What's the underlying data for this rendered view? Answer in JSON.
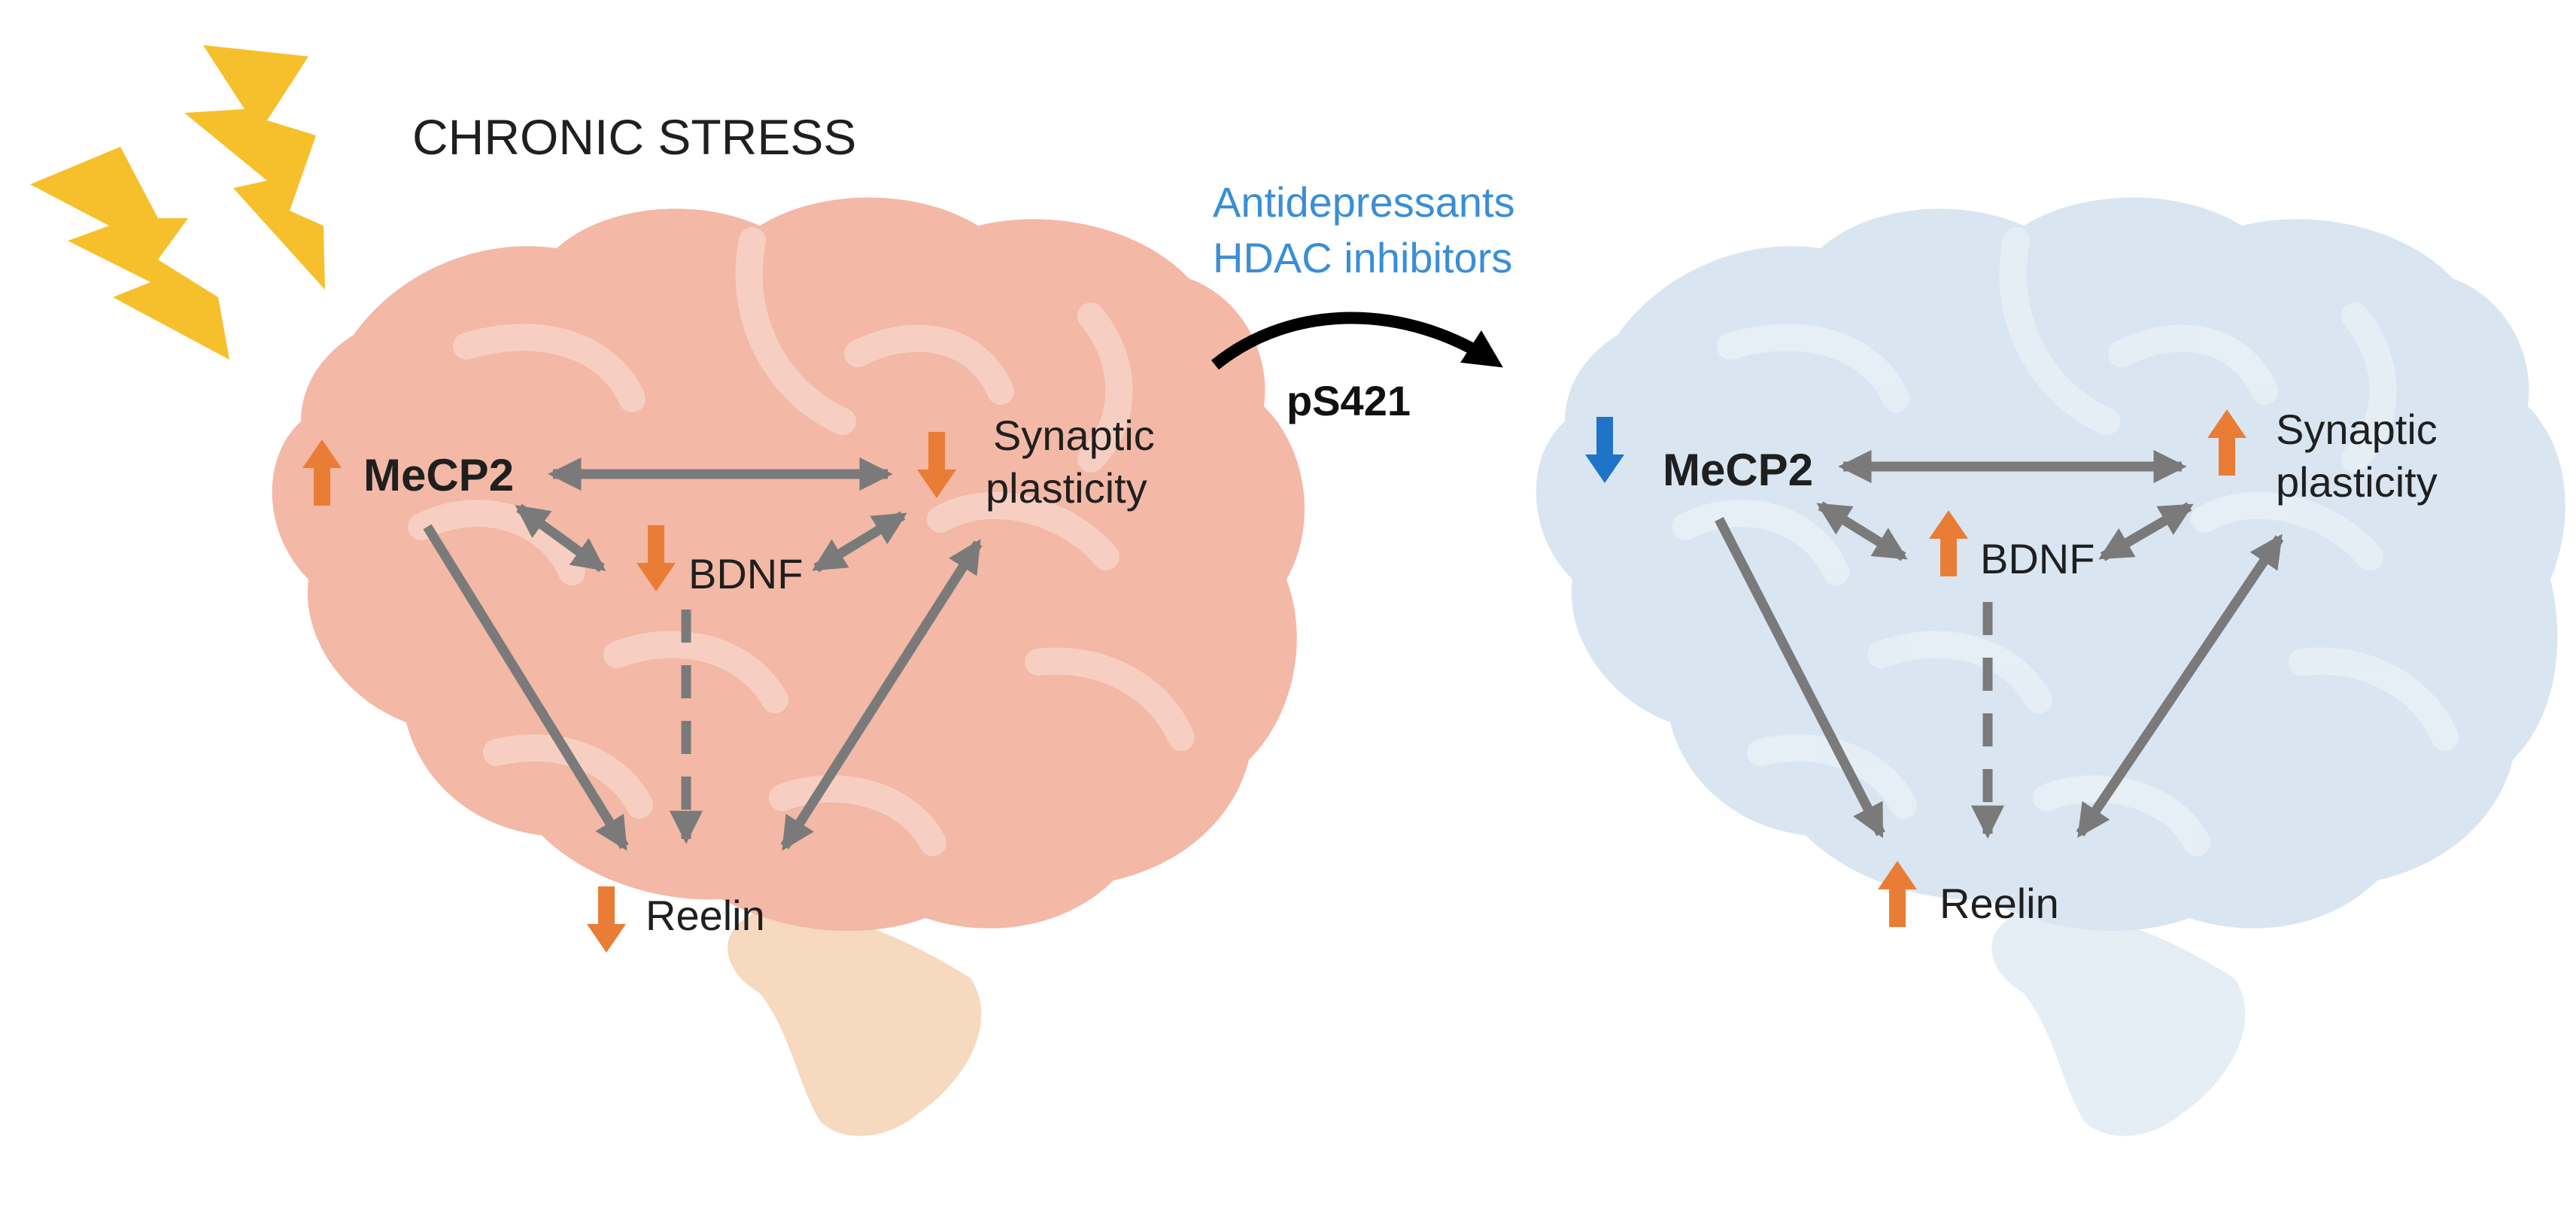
{
  "title": "CHRONIC STRESS",
  "treatment": {
    "line1": "Antidepressants",
    "line2": "HDAC inhibitors",
    "phospho": "pS421",
    "color": "#3a8ed6"
  },
  "colors": {
    "brain_stress": "#f3b8a6",
    "brain_stress_stem": "#f6d9bf",
    "brain_treated": "#d9e6f1",
    "up_down_arrow": "#e97d36",
    "mecp2_down_treated": "#1f74c7",
    "connector": "#7a7a7a",
    "lightning": "#f5c02b"
  },
  "icons": [
    "lightning-icon",
    "lightning-icon",
    "brain-icon",
    "brain-icon",
    "curved-arrow-icon"
  ],
  "left_network": {
    "mecp2": {
      "label": "MeCP2",
      "change": "up"
    },
    "bdnf": {
      "label": "BDNF",
      "change": "down"
    },
    "synaptic": {
      "line1": "Synaptic",
      "line2": "plasticity",
      "change": "down"
    },
    "reelin": {
      "label": "Reelin",
      "change": "down"
    }
  },
  "right_network": {
    "mecp2": {
      "label": "MeCP2",
      "change": "down"
    },
    "bdnf": {
      "label": "BDNF",
      "change": "up"
    },
    "synaptic": {
      "line1": "Synaptic",
      "line2": "plasticity",
      "change": "up"
    },
    "reelin": {
      "label": "Reelin",
      "change": "up"
    }
  }
}
